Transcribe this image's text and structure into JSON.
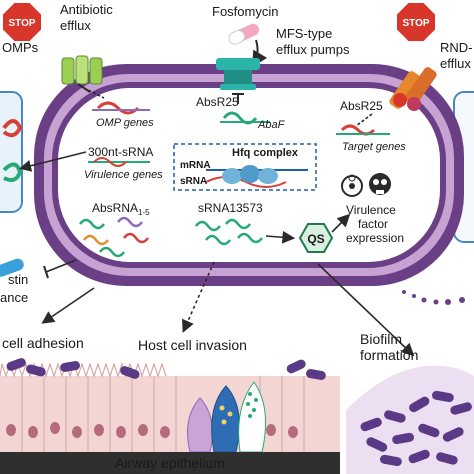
{
  "labels": {
    "stop_left": "STOP",
    "stop_right": "STOP",
    "antibiotic_efflux_1": "Antibiotic",
    "antibiotic_efflux_2": "efflux",
    "omps": "OMPs",
    "omp_genes": "OMP genes",
    "fosfomycin": "Fosfomycin",
    "mfs_1": "MFS-type",
    "mfs_2": "efflux pumps",
    "rnd_1": "RND-",
    "rnd_2": "efflux |",
    "absr25_left": "AbsR25",
    "abaf": "AbaF",
    "absr25_right": "AbsR25",
    "target_genes": "Target genes",
    "srna300_pre": "300nt-",
    "srna300_post": "sRNA",
    "virulence_genes": "Virulence genes",
    "hfq_complex": "Hfq complex",
    "mrna": "mRNA",
    "srna": "sRNA",
    "absrna": "AbsRNA",
    "absrna_sub": "1-5",
    "srna13573": "sRNA13573",
    "qs": "QS",
    "vf_1": "Virulence",
    "vf_2": "factor",
    "vf_3": "expression",
    "colistin": "stin",
    "resistance": "ance",
    "cell_adhesion": "cell adhesion",
    "host_invasion": "Host cell invasion",
    "biofilm_1": "Biofilm",
    "biofilm_2": "formation",
    "airway": "Airway epithelium"
  },
  "colors": {
    "membrane_outer": "#6b3f86",
    "membrane_inner": "#c7a3d4",
    "cytoplasm": "#ffffff",
    "stop": "#d9362b",
    "omp": "#9bcf54",
    "mfs": "#2bb4a8",
    "rnd": "#e8862c",
    "rna_green": "#27a877",
    "rna_red": "#d8403a",
    "rna_orange": "#e0902f",
    "rna_purple": "#8c6bb8",
    "qs_fill": "#d9f0e1",
    "panel_blue": "#4a86c5",
    "bacteria": "#5a3a86",
    "epithelium": "#f3d5d3",
    "airway_bar": "#2f2f2f"
  },
  "icons": [
    "stop-sign-icon",
    "capsule-icon",
    "biohazard-icon",
    "skull-icon",
    "qs-hexagon-icon"
  ]
}
